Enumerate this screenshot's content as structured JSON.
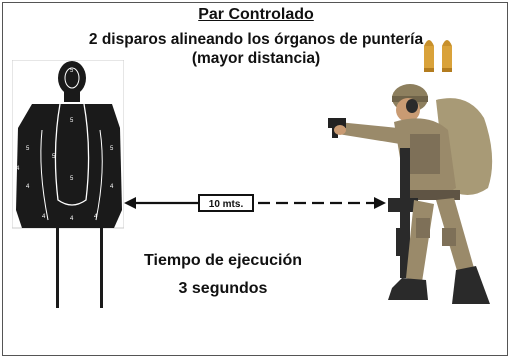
{
  "title": "Par Controlado",
  "subtitle_line1": "2 disparos alineando los órganos de puntería",
  "subtitle_line2": "(mayor distancia)",
  "distance_label": "10 mts.",
  "execution": {
    "label": "Tiempo de ejecución",
    "value": "3 segundos"
  },
  "target_zone_numbers": [
    "5",
    "5",
    "5",
    "5",
    "5",
    "5",
    "4",
    "4",
    "4",
    "4",
    "4",
    "4"
  ],
  "icons": [
    "bullet-icon",
    "bullet-icon",
    "silhouette-target-icon",
    "double-arrow-icon",
    "soldier-shooter-icon"
  ],
  "colors": {
    "target_black": "#1a1a1a",
    "bullet_brass": "#d9a23a",
    "soldier_tan": "#9a8a6a",
    "soldier_dark": "#5f5444"
  }
}
